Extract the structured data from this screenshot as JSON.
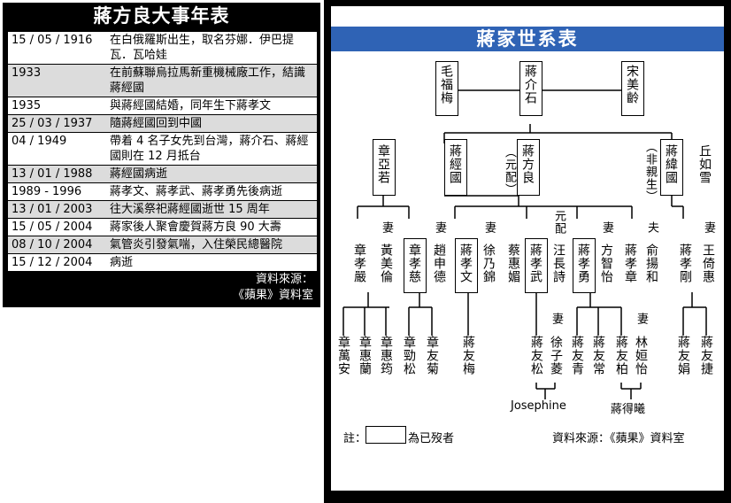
{
  "timeline": {
    "title": "蔣方良大事年表",
    "rows": [
      {
        "date": "15 / 05 / 1916",
        "event": "在白俄羅斯出生，取名芬娜．伊巴提瓦．瓦哈娃"
      },
      {
        "date": "1933",
        "event": "在前蘇聯烏拉馬新重機械廠工作，結識蔣經國"
      },
      {
        "date": "1935",
        "event": "與蔣經國結婚，同年生下蔣孝文"
      },
      {
        "date": "25 / 03 / 1937",
        "event": "隨蔣經國回到中國"
      },
      {
        "date": "04 / 1949",
        "event": "帶着 4 名子女先到台灣，蔣介石、蔣經國則在 12 月抵台"
      },
      {
        "date": "13 / 01 / 1988",
        "event": "蔣經國病逝"
      },
      {
        "date": "1989 - 1996",
        "event": "蔣孝文、蔣孝武、蔣孝勇先後病逝"
      },
      {
        "date": "13 / 01 / 2003",
        "event": "往大溪祭祀蔣經國逝世 15 周年"
      },
      {
        "date": "15 / 05 / 2004",
        "event": "蔣家後人聚會慶賀蔣方良 90 大壽"
      },
      {
        "date": "08 / 10 / 2004",
        "event": "氣管炎引發氣喘，入住榮民總醫院"
      },
      {
        "date": "15 / 12 / 2004",
        "event": "病逝"
      }
    ],
    "source_line1": "資料來源：",
    "source_line2": "《蘋果》資料室"
  },
  "tree": {
    "title": "蔣家世系表",
    "gen1": {
      "mao": "毛福梅",
      "chiang": "蔣介石",
      "soong": "宋美齡"
    },
    "gen2": {
      "chang_ya_jo": "章亞若",
      "ching_kuo": "蔣經國",
      "yuan_pei": "（元配）",
      "fang_liang": "蔣方良",
      "fei_qin_sheng": "（非親生）",
      "wei_kuo": "蔣緯國",
      "chiu_ju_hsueh": "丘如雪"
    },
    "gen3": {
      "wife1": "妻",
      "huang_mei_lun": "黃美倫",
      "chang_hsiao_yen": "章孝嚴",
      "chang_hsiao_tzu": "章孝慈",
      "wife2": "妻",
      "chao_shen_te": "趙申德",
      "chiang_hsiao_wen": "蔣孝文",
      "wife3": "妻",
      "hsu_nai_chin": "徐乃錦",
      "tsai_hui_mei": "蔡惠媚",
      "chiang_hsiao_wu": "蔣孝武",
      "yuan_pei2": "元配",
      "wang_chang_shih": "汪長詩",
      "chiang_hsiao_yung": "蔣孝勇",
      "wife4": "妻",
      "fang_chih_yi": "方智怡",
      "chiang_hsiao_chang": "蔣孝章",
      "husband": "夫",
      "yu_yang_ho": "俞揚和",
      "chiang_hsiao_kang": "蔣孝剛",
      "wife5": "妻",
      "wang_yi_hui": "王倚惠"
    },
    "gen4": {
      "chang_wan_an": "章萬安",
      "chang_hui_lan": "章惠蘭",
      "chang_hui_yun": "章惠筠",
      "chang_chin_sung": "章勁松",
      "chang_yu_chu": "章友菊",
      "chiang_yu_mei": "蔣友梅",
      "chiang_yu_sung": "蔣友松",
      "wife6": "妻",
      "hsu_tzu_ling": "徐子菱",
      "chiang_yu_ching": "蔣友青",
      "chiang_yu_chang": "蔣友常",
      "chiang_yu_po": "蔣友柏",
      "wife7": "妻",
      "lin_hsuan_yi": "林姮怡",
      "chiang_yu_chuan": "蔣友娟",
      "chiang_yu_chieh": "蔣友捷"
    },
    "gen5": {
      "josephine": "Josephine",
      "chiang_te_hsi": "蔣得曦"
    },
    "note_prefix": "註：",
    "note_suffix": "為已歿者",
    "source": "資料來源：《蘋果》資料室"
  }
}
